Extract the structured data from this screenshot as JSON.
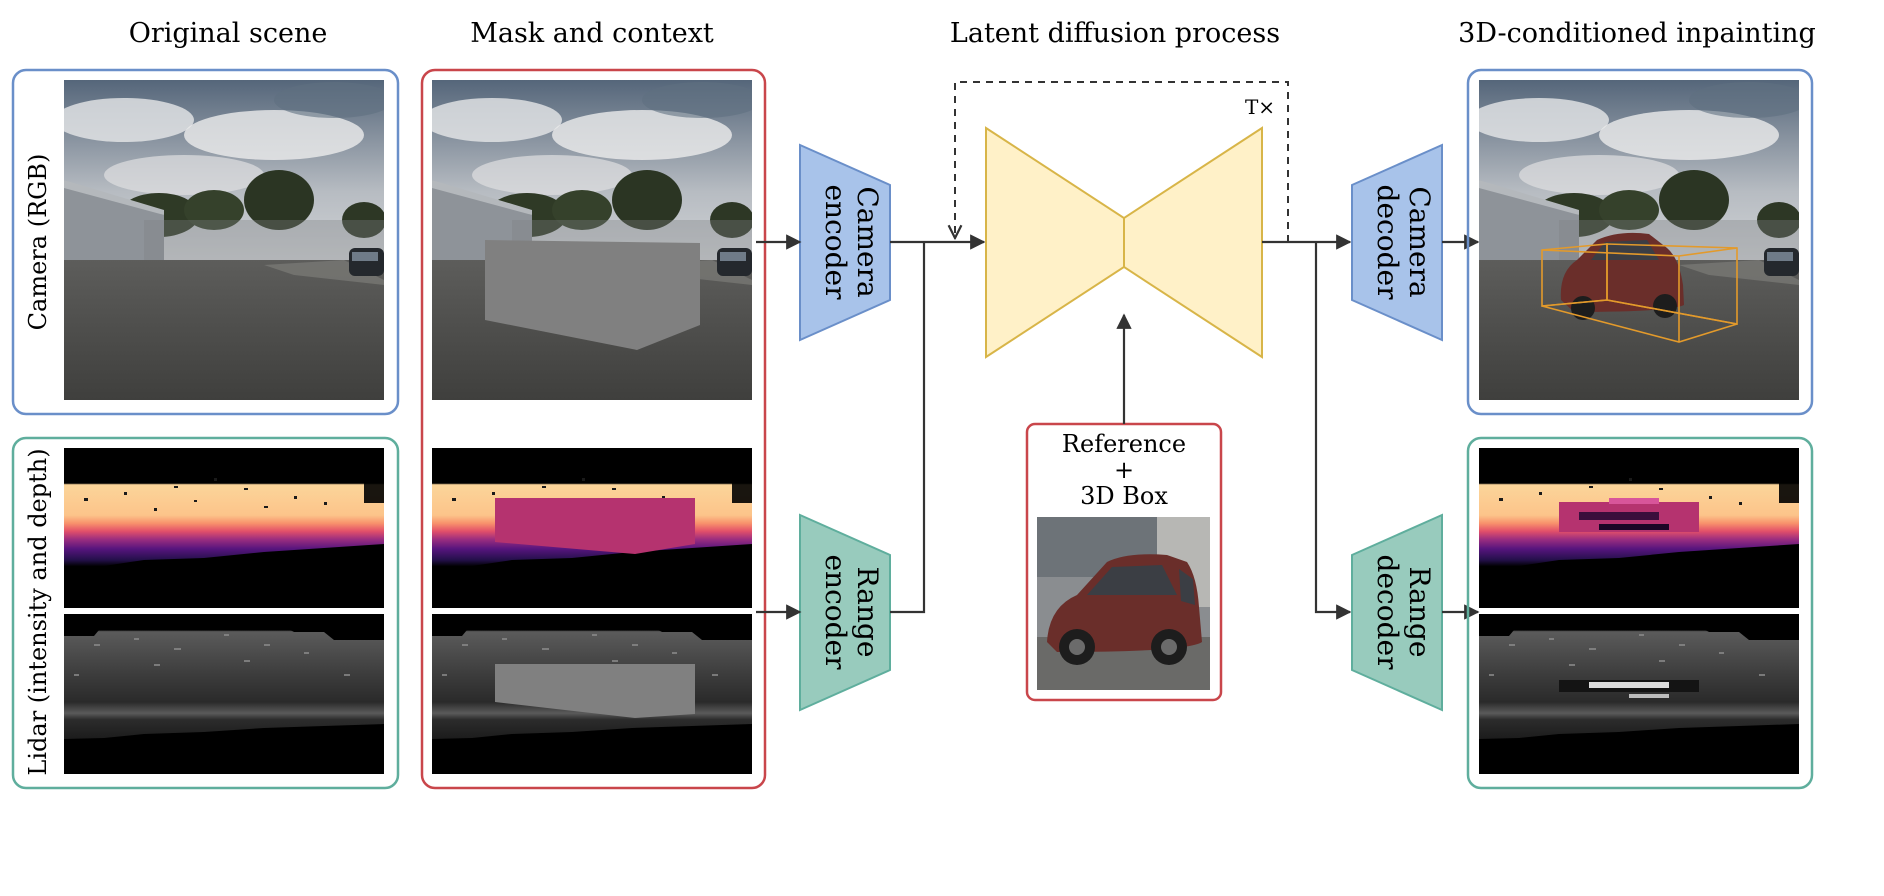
{
  "columns": {
    "original": "Original scene",
    "mask": "Mask and context",
    "diffusion": "Latent diffusion process",
    "inpainting": "3D-conditioned inpainting"
  },
  "row_labels": {
    "camera": "Camera (RGB)",
    "lidar": "Lidar (intensity and depth)"
  },
  "encoders": {
    "camera": [
      "Camera",
      "encoder"
    ],
    "range": [
      "Range",
      "encoder"
    ]
  },
  "decoders": {
    "camera": [
      "Camera",
      "decoder"
    ],
    "range": [
      "Range",
      "decoder"
    ]
  },
  "loop_label": "T×",
  "reference": {
    "line1": "Reference",
    "line2": "+",
    "line3": "3D Box"
  },
  "colors": {
    "camera_frame": "#6a8fc9",
    "lidar_frame": "#5fae9d",
    "mask_frame": "#c9464b",
    "camera_block_fill": "#a8c3ea",
    "camera_block_stroke": "#6a8fc9",
    "range_block_fill": "#98cbbd",
    "range_block_stroke": "#5fae9d",
    "unet_fill": "#fff1c8",
    "unet_stroke": "#d8b548",
    "arrow": "#333333",
    "mask_gray": "#808080",
    "mask_magenta": "#b5336f",
    "box_orange": "#e39a2b"
  },
  "icons": {
    "camera_image": "street-scene-photo",
    "car_image": "suv-car-photo",
    "lidar_intensity": "lidar-intensity-map",
    "lidar_depth": "lidar-depth-map"
  }
}
